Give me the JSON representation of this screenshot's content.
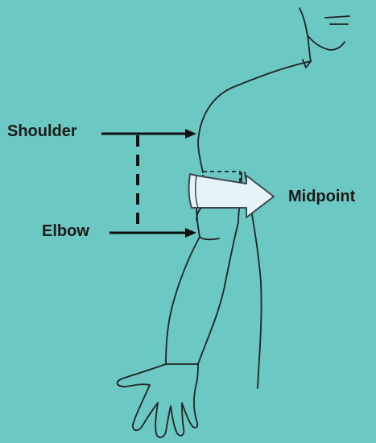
{
  "labels": {
    "shoulder": "Shoulder",
    "elbow": "Elbow",
    "midpoint": "Midpoint"
  },
  "colors": {
    "background": "#6cc8c3",
    "outline": "#222222",
    "band_fill": "#e6f4f8",
    "band_stroke": "#3a4a50"
  }
}
